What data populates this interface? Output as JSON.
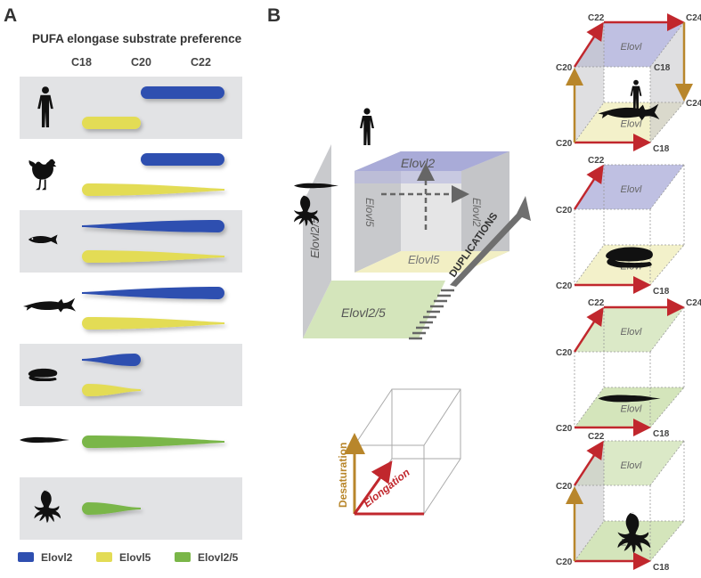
{
  "panel_a": {
    "label": "A",
    "title": "PUFA elongase substrate preference",
    "columns": [
      "C18",
      "C20",
      "C22"
    ],
    "rows": [
      {
        "organism": "human",
        "bars": [
          {
            "gene": "Elovl2",
            "start": "C20",
            "end": "C22",
            "shape": "pill"
          },
          {
            "gene": "Elovl5",
            "start": "C18",
            "end": "C20",
            "shape": "pill"
          }
        ]
      },
      {
        "organism": "chicken",
        "bars": [
          {
            "gene": "Elovl2",
            "start": "C20",
            "end": "C22",
            "shape": "pill"
          },
          {
            "gene": "Elovl5",
            "start": "C18",
            "end": "C22",
            "shape": "taper"
          }
        ]
      },
      {
        "organism": "zebrafish",
        "bars": [
          {
            "gene": "Elovl2",
            "start": "C18",
            "end": "C22",
            "shape": "wedge"
          },
          {
            "gene": "Elovl5",
            "start": "C18",
            "end": "C22",
            "shape": "taper"
          }
        ]
      },
      {
        "organism": "sturgeon",
        "bars": [
          {
            "gene": "Elovl2",
            "start": "C18",
            "end": "C22",
            "shape": "wedge"
          },
          {
            "gene": "Elovl5",
            "start": "C18",
            "end": "C22",
            "shape": "taper"
          }
        ]
      },
      {
        "organism": "lamprey",
        "bars": [
          {
            "gene": "Elovl2",
            "start": "C18",
            "end": "C20",
            "shape": "wedge"
          },
          {
            "gene": "Elovl5",
            "start": "C18",
            "end": "C20",
            "shape": "taper"
          }
        ]
      },
      {
        "organism": "amphioxus",
        "bars": [
          {
            "gene": "Elovl2/5",
            "start": "C18",
            "end": "C22",
            "shape": "taper"
          }
        ]
      },
      {
        "organism": "octopus",
        "bars": [
          {
            "gene": "Elovl2/5",
            "start": "C18",
            "end": "C20",
            "shape": "taper"
          }
        ]
      }
    ],
    "legend": [
      {
        "label": "Elovl2",
        "color": "#2f4fb0"
      },
      {
        "label": "Elovl5",
        "color": "#e3dc55"
      },
      {
        "label": "Elovl2/5",
        "color": "#7ab648"
      }
    ]
  },
  "panel_b": {
    "label": "B",
    "main_cube": {
      "top_label": "Elovl2",
      "middle_label": "Elovl5",
      "base_label": "Elovl2/5",
      "left_wall_label": "Elovl2/5",
      "back_label_left": "Elovl5",
      "back_label_right": "Elovl2",
      "arrow_label": "DUPLICATIONS"
    },
    "axes_key": {
      "vertical": "Desaturation",
      "horizontal": "Elongation"
    },
    "small_cubes": [
      {
        "organism": "sturgeon",
        "labels": {
          "top_left": "C22",
          "top_right": "C24",
          "mid_left": "C20",
          "mid_right_upper": "C18",
          "mid_right_lower": "C24",
          "bottom_left": "C20",
          "bottom_right": "C18"
        },
        "plane_top": "Elovl",
        "plane_bottom": "Elovl"
      },
      {
        "organism": "lamprey",
        "labels": {
          "top_left": "C22",
          "mid_left": "C20",
          "bottom_left": "C20",
          "bottom_right": "C18"
        },
        "plane_top": "Elovl",
        "plane_bottom": "Elovl"
      },
      {
        "organism": "amphioxus",
        "labels": {
          "top_left": "C22",
          "top_right": "C24",
          "mid_left": "C20",
          "bottom_left": "C20",
          "bottom_right": "C18"
        },
        "plane_top": "Elovl",
        "plane_bottom": "Elovl"
      },
      {
        "organism": "octopus",
        "labels": {
          "top_left": "C22",
          "mid_left": "C20",
          "bottom_left": "C20",
          "bottom_right": "C18"
        },
        "plane_top": "Elovl",
        "plane_bottom": "Elovl"
      }
    ],
    "colors": {
      "blue_plane": "#a9abd8",
      "yellow_plane": "#f2efc4",
      "green_plane": "#cfe2b4",
      "gray_wall": "#c9cacd",
      "red_arrow": "#c1272d",
      "brown_arrow": "#b8862b"
    }
  }
}
